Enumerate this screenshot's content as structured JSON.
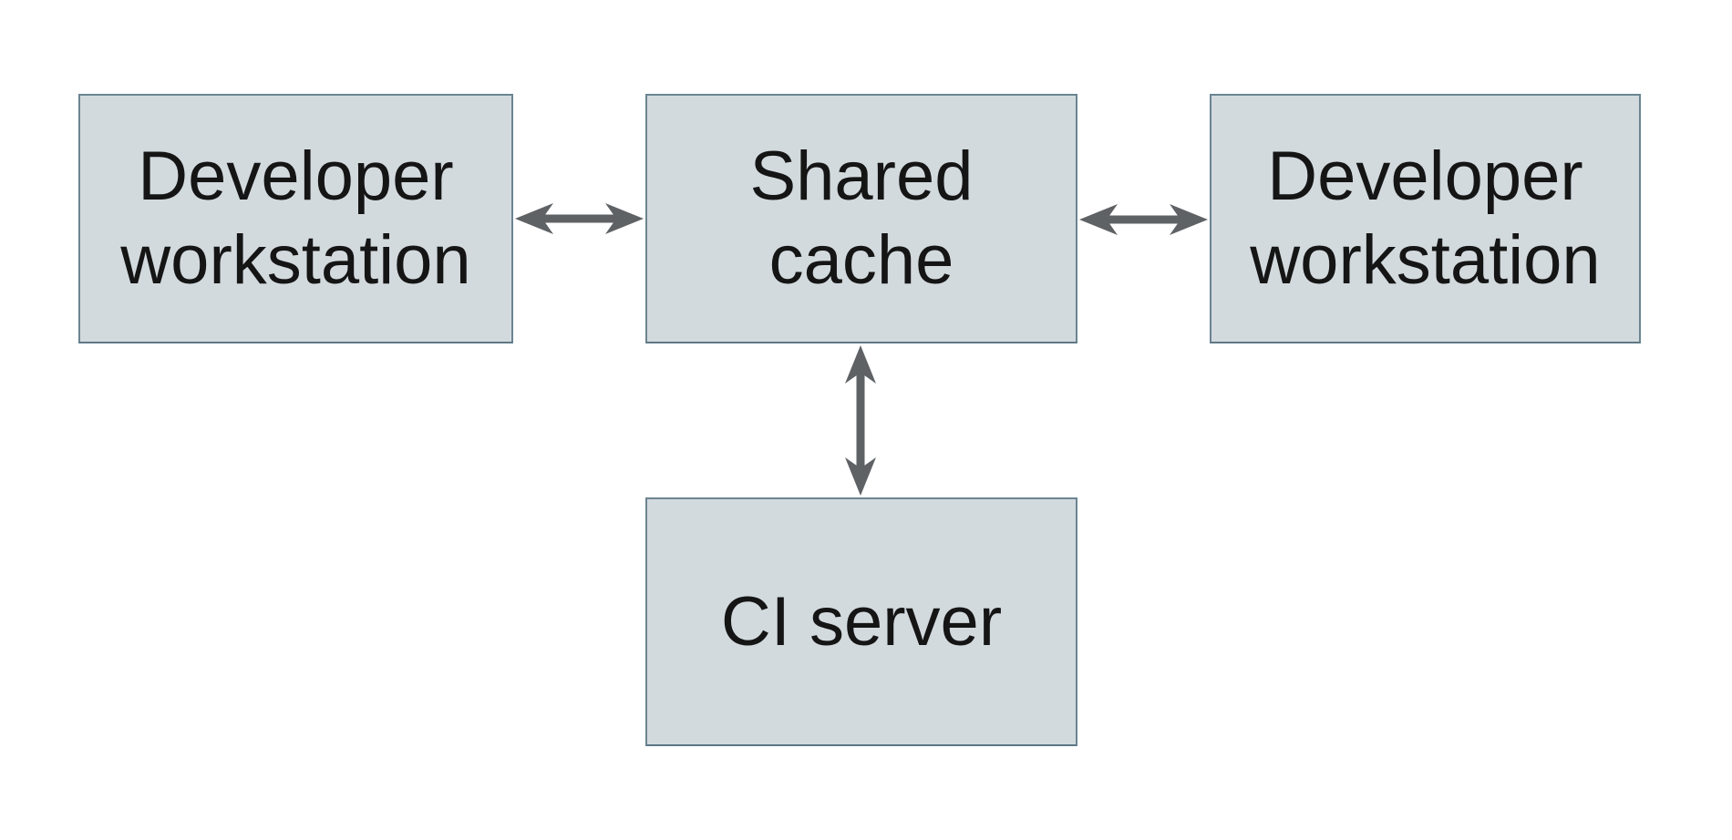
{
  "diagram": {
    "type": "architecture-diagram",
    "background": "#ffffff",
    "colors": {
      "node_fill": "#d3dade",
      "node_border": "#6b8491",
      "arrow": "#5f6265",
      "text": "#151515"
    },
    "nodes": [
      {
        "id": "developer-workstation-left",
        "label": "Developer workstation",
        "lines": [
          "Developer",
          "workstation"
        ]
      },
      {
        "id": "shared-cache",
        "label": "Shared cache",
        "lines": [
          "Shared",
          "cache"
        ]
      },
      {
        "id": "developer-workstation-right",
        "label": "Developer workstation",
        "lines": [
          "Developer",
          "workstation"
        ]
      },
      {
        "id": "ci-server",
        "label": "CI server",
        "lines": [
          "CI server"
        ]
      }
    ],
    "edges": [
      {
        "from": "developer-workstation-left",
        "to": "shared-cache",
        "style": "double-headed-arrow",
        "orientation": "horizontal"
      },
      {
        "from": "shared-cache",
        "to": "developer-workstation-right",
        "style": "double-headed-arrow",
        "orientation": "horizontal"
      },
      {
        "from": "shared-cache",
        "to": "ci-server",
        "style": "double-headed-arrow",
        "orientation": "vertical"
      }
    ]
  }
}
